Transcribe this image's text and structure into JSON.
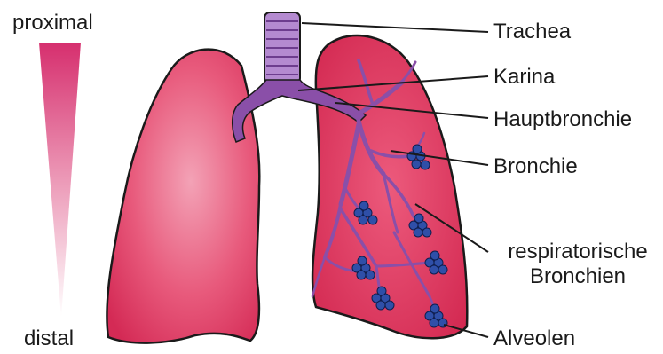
{
  "scale": {
    "top_label": "proximal",
    "bottom_label": "distal",
    "gradient_top_color": "#d62f6e",
    "gradient_bottom_color": "#ffffff"
  },
  "labels": {
    "trachea": "Trachea",
    "karina": "Karina",
    "hauptbronchie": "Hauptbronchie",
    "bronchie": "Bronchie",
    "respiratorische_line1": "respiratorische",
    "respiratorische_line2": "Bronchien",
    "alveolen": "Alveolen"
  },
  "colors": {
    "lung_fill": "#e0365f",
    "lung_light": "#f07a96",
    "lung_outline": "#1a1a1a",
    "airway": "#8a4fa8",
    "airway_light": "#b48ad0",
    "alveoli": "#2f4fa8",
    "leader_line": "#1a1a1a"
  }
}
